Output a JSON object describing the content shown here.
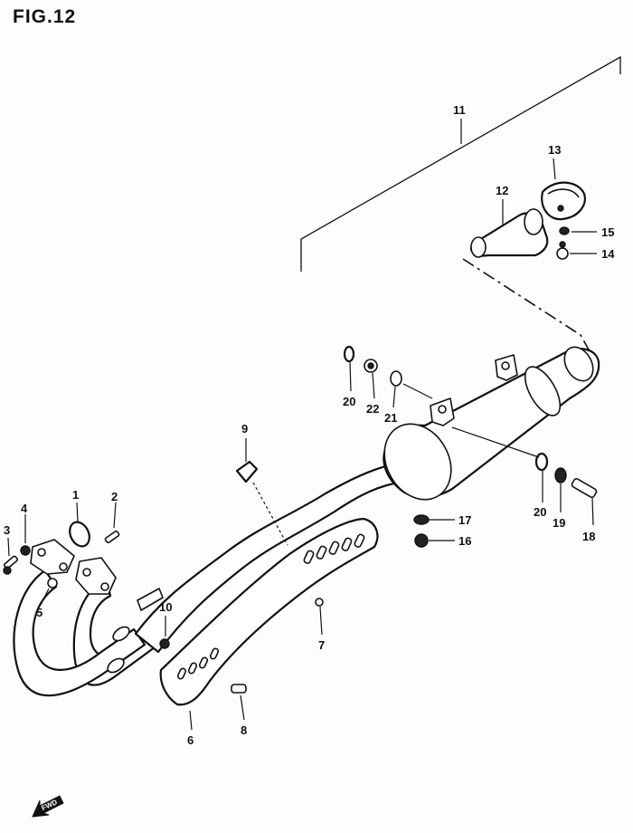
{
  "figure": {
    "title": "FIG.12"
  },
  "forward_label": "FWD",
  "callouts": {
    "p1": "1",
    "p2": "2",
    "p3": "3",
    "p4": "4",
    "p5": "5",
    "p6": "6",
    "p7": "7",
    "p8": "8",
    "p9": "9",
    "p10": "10",
    "p11": "11",
    "p12": "12",
    "p13": "13",
    "p14": "14",
    "p15": "15",
    "p16": "16",
    "p17": "17",
    "p18": "18",
    "p19": "19",
    "p20a": "20",
    "p20b": "20",
    "p21": "21",
    "p22": "22"
  }
}
